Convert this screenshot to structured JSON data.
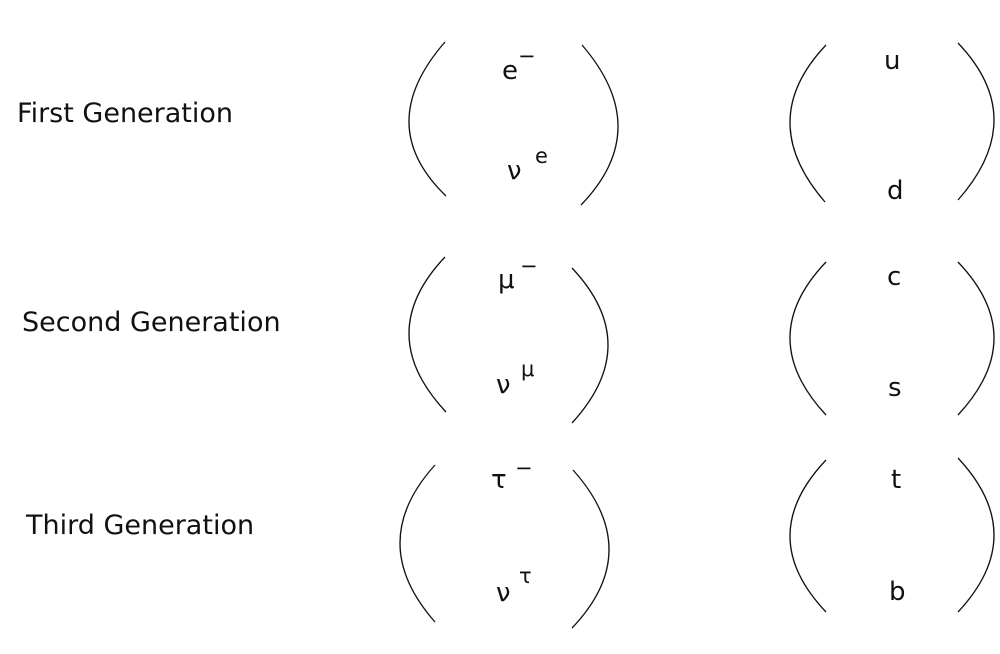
{
  "generations": [
    {
      "label": "First Generation",
      "lepton": {
        "symbol": "e",
        "charge": "−"
      },
      "neutrino": {
        "symbol": "ν",
        "flavor": "e"
      },
      "quark_up": "u",
      "quark_down": "d"
    },
    {
      "label": "Second Generation",
      "lepton": {
        "symbol": "μ",
        "charge": "−"
      },
      "neutrino": {
        "symbol": "ν",
        "flavor": "μ"
      },
      "quark_up": "c",
      "quark_down": "s"
    },
    {
      "label": "Third Generation",
      "lepton": {
        "symbol": "τ",
        "charge": "−"
      },
      "neutrino": {
        "symbol": "ν",
        "flavor": "τ"
      },
      "quark_up": "t",
      "quark_down": "b"
    }
  ],
  "colors": {
    "ink": "#111111",
    "background": "#ffffff"
  }
}
